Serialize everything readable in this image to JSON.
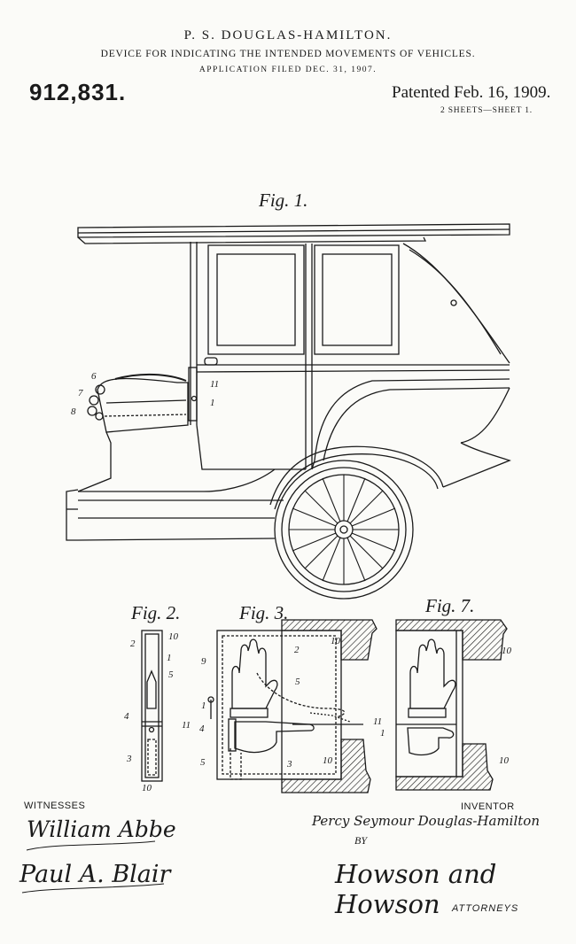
{
  "header": {
    "inventor_name": "P. S. DOUGLAS-HAMILTON.",
    "title": "DEVICE FOR INDICATING THE INTENDED MOVEMENTS OF VEHICLES.",
    "application": "APPLICATION FILED DEC. 31, 1907.",
    "patent_number": "912,831.",
    "patented": "Patented Feb. 16, 1909.",
    "sheets": "2 SHEETS—SHEET 1."
  },
  "figures": {
    "fig1": "Fig. 1.",
    "fig2": "Fig. 2.",
    "fig3": "Fig. 3.",
    "fig7": "Fig. 7."
  },
  "reference_numerals": {
    "fig1": [
      "6",
      "7",
      "8",
      "11",
      "1"
    ],
    "fig2": [
      "2",
      "10",
      "1",
      "5",
      "4",
      "3",
      "10"
    ],
    "fig3": [
      "9",
      "2",
      "10",
      "5",
      "1",
      "11",
      "4",
      "5",
      "3",
      "10"
    ],
    "fig7": [
      "10",
      "11",
      "1",
      "10"
    ]
  },
  "footer": {
    "witnesses_label": "WITNESSES",
    "witness1": "William Abbe",
    "witness2": "Paul A. Blair",
    "inventor_label": "INVENTOR",
    "inventor_signature": "Percy Seymour Douglas-Hamilton",
    "by": "BY",
    "attorneys_signature": "Howson and Howson",
    "attorneys_label": "ATTORNEYS"
  }
}
